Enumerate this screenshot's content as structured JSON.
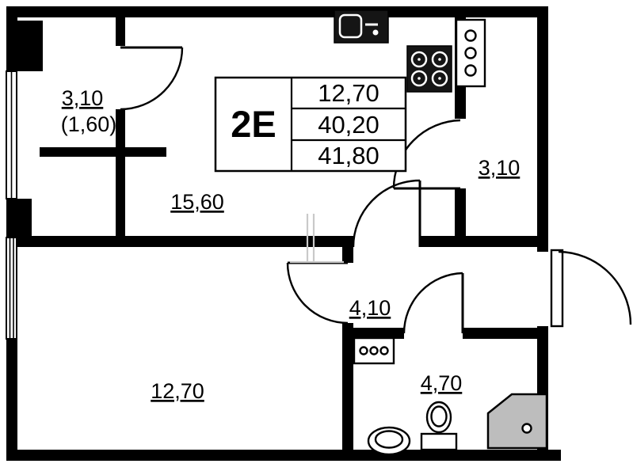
{
  "rooms": {
    "loggia": {
      "area": "3,10",
      "area_reduced": "(1,60)"
    },
    "living_kitchen": {
      "area": "15,60"
    },
    "hallway": {
      "area": "3,10"
    },
    "corridor": {
      "area": "4,10"
    },
    "bedroom": {
      "area": "12,70"
    },
    "bathroom": {
      "area": "4,70"
    }
  },
  "title_block": {
    "unit_type": "2Е",
    "living_area": "12,70",
    "floor_area": "40,20",
    "total_area": "41,80"
  },
  "colors": {
    "wall": "#000000",
    "fixture_dark": "#151515",
    "shower_gray": "#bdbdbd",
    "faint_gray": "#c9c9c9"
  },
  "icons": [
    "kitchen-sink-icon",
    "stove-icon",
    "boiler-icon",
    "washing-machine-icon",
    "washbasin-icon",
    "toilet-icon",
    "shower-icon",
    "door-swing-arc",
    "window-glazing",
    "vent-shaft"
  ]
}
